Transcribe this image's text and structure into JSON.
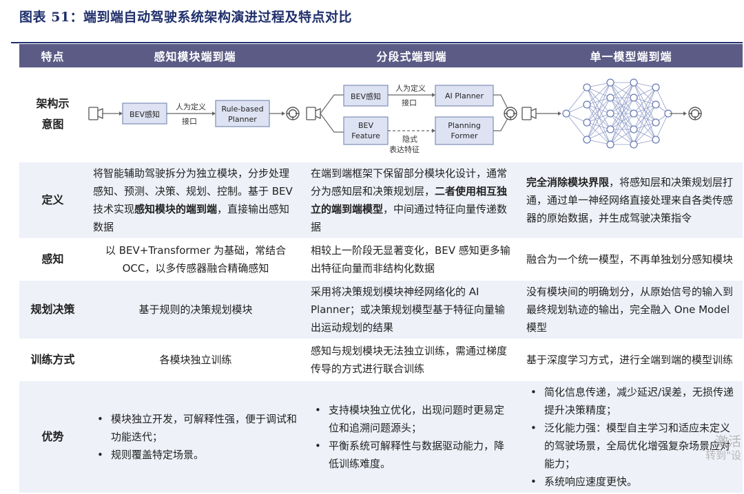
{
  "title": "图表 51：端到端自动驾驶系统架构演进过程及特点对比",
  "headers": [
    "特点",
    "感知模块端到端",
    "分段式端到端",
    "单一模型端到端"
  ],
  "arch": {
    "label": "架构示意图",
    "c1": {
      "bev": "BEV感知",
      "iface1": "人为定义",
      "iface2": "接口",
      "planner1": "Rule-based",
      "planner2": "Planner"
    },
    "c2": {
      "bev": "BEV感知",
      "iface1": "人为定义",
      "iface2": "接口",
      "ai_planner": "AI Planner",
      "feature1": "BEV",
      "feature2": "Feature",
      "pf1": "Planning",
      "pf2": "Former",
      "implicit1": "隐式",
      "implicit2": "表达特征"
    }
  },
  "rows": {
    "definition": {
      "label": "定义",
      "c1_pre": "将智能辅助驾驶拆分为独立模块，分步处理感知、预测、决策、规划、控制。基于 BEV 技术实现",
      "c1_bold": "感知模块的端到端",
      "c1_post": "，直接输出感知数据",
      "c2_pre": "在端到端框架下保留部分模块化设计，通常分为感知层和决策规划层，",
      "c2_bold": "二者使用相互独立的端到端模型",
      "c2_post": "，中间通过特征向量传递数据",
      "c3_bold": "完全消除模块界限",
      "c3_post": "，将感知层和决策规划层打通，通过单一神经网络直接处理来自各类传感器的原始数据，并生成驾驶决策指令"
    },
    "perception": {
      "label": "感知",
      "c1": "以 BEV+Transformer 为基础，常结合 OCC，以多传感器融合精确感知",
      "c2": "相较上一阶段无显著变化，BEV 感知更多输出特征向量而非结构化数据",
      "c3": "融合为一个统一模型，不再单独划分感知模块"
    },
    "planning": {
      "label": "规划决策",
      "c1": "基于规则的决策规划模块",
      "c2": "采用将决策规划模块神经网络化的 AI Planner；或决策规划模型基于特征向量输出运动规划的结果",
      "c3": "没有模块间的明确划分，从原始信号的输入到最终规划轨迹的输出，完全融入 One Model 模型"
    },
    "training": {
      "label": "训练方式",
      "c1": "各模块独立训练",
      "c2": "感知与规划模块无法独立训练，需通过梯度传导的方式进行联合训练",
      "c3": "基于深度学习方式，进行全端到端的模型训练"
    },
    "advantage": {
      "label": "优势",
      "c1": [
        "模块独立开发，可解释性强，便于调试和功能迭代；",
        "规则覆盖特定场景。"
      ],
      "c2": [
        "支持模块独立优化，出现问题时更易定位和追溯问题源头；",
        "平衡系统可解释性与数据驱动能力，降低训练难度。"
      ],
      "c3": [
        "简化信息传递，减少延迟/误差，无损传递提升决策精度；",
        "泛化能力强：模型自主学习和适应未定义的驾驶场景，全局优化增强复杂场景应对能力；",
        "系统响应速度更快。"
      ]
    }
  },
  "watermark": {
    "line1": "激活",
    "line2": "转到\"设"
  }
}
